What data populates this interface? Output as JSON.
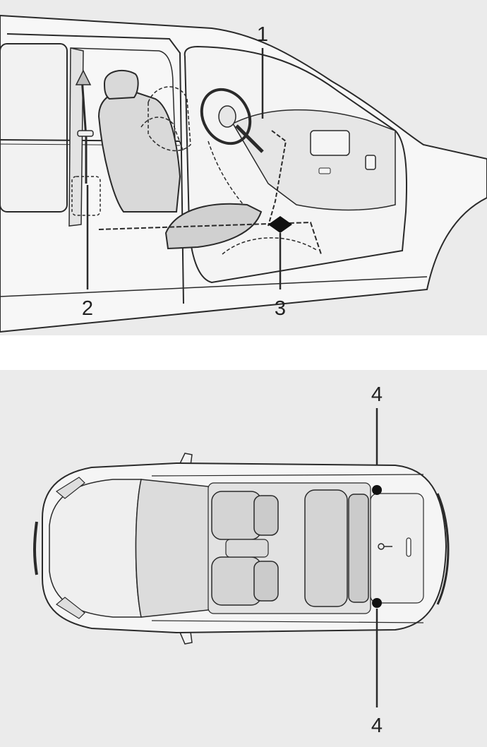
{
  "figure": {
    "side_view": {
      "callouts": {
        "c1": "1",
        "c2": "2",
        "c3": "3"
      }
    },
    "top_view": {
      "callouts": {
        "c4a": "4",
        "c4b": "4"
      }
    }
  },
  "colors": {
    "background_panel": "#ebebeb",
    "line": "#2a2a2a",
    "body_fill": "#f7f7f7",
    "interior_shade": "#d6d6d6"
  }
}
